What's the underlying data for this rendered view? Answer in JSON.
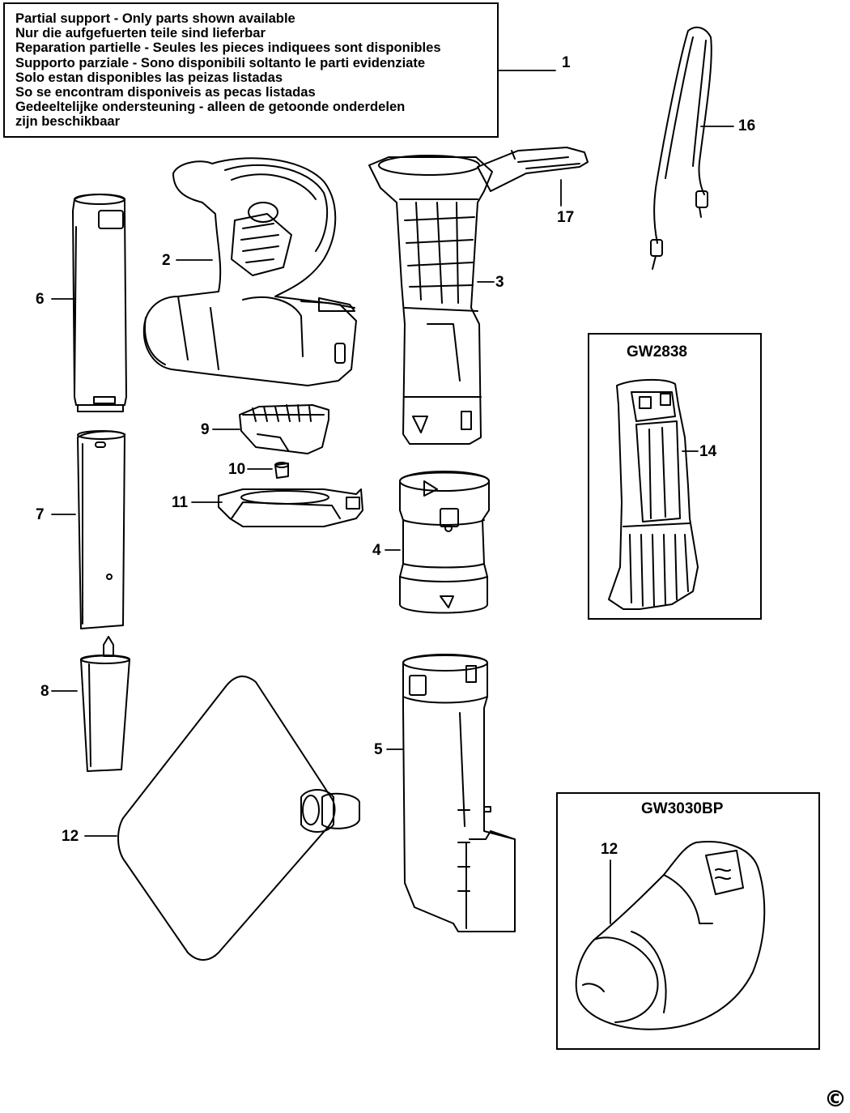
{
  "notice": {
    "lines": [
      "Partial support - Only parts shown available",
      "Nur die aufgefuerten teile sind lieferbar",
      "Reparation partielle - Seules les pieces indiquees sont disponibles",
      "Supporto parziale - Sono disponibili soltanto le parti evidenziate",
      "Solo estan disponibles las peizas listadas",
      "So se encontram disponiveis as pecas listadas",
      "Gedeeltelijke ondersteuning - alleen de getoonde onderdelen",
      "zijn beschikbaar"
    ]
  },
  "callouts": {
    "n1": "1",
    "n2": "2",
    "n3": "3",
    "n4": "4",
    "n5": "5",
    "n6": "6",
    "n7": "7",
    "n8": "8",
    "n9": "9",
    "n10": "10",
    "n11": "11",
    "n12": "12",
    "n12b": "12",
    "n14": "14",
    "n16": "16",
    "n17": "17"
  },
  "kits": {
    "gw2838": "GW2838",
    "gw3030bp": "GW3030BP"
  },
  "copyright_symbol": "©"
}
